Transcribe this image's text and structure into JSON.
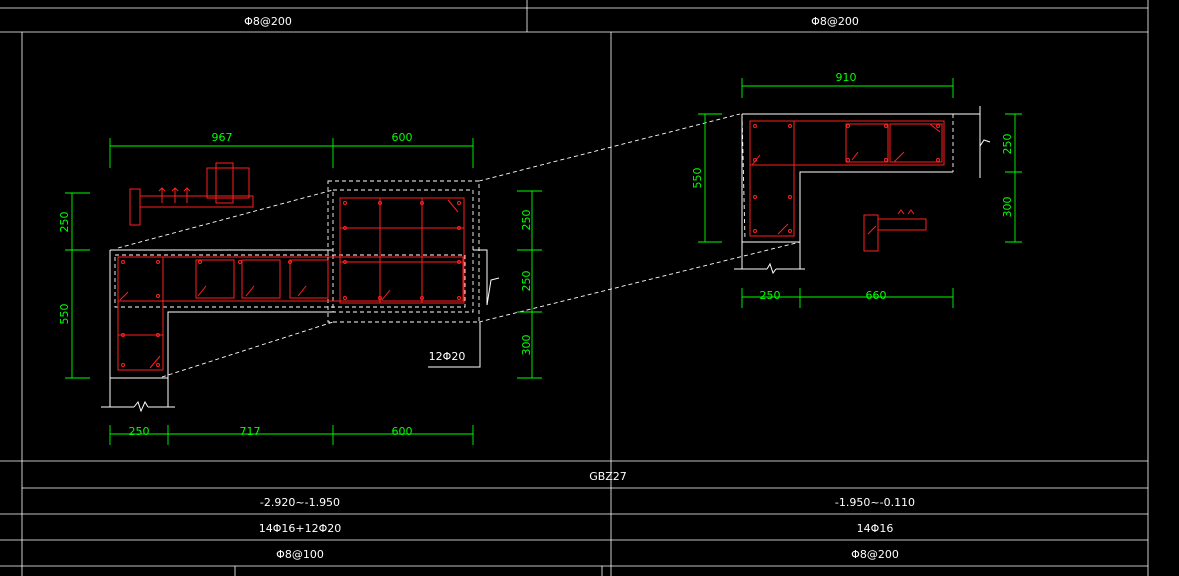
{
  "colors": {
    "background": "#000000",
    "table_lines": "#ffffff",
    "outline": "#ffffff",
    "rebar": "#ff2020",
    "dimension": "#00ff00"
  },
  "top_row": {
    "left_stirrup": "Φ8@200",
    "right_stirrup": "Φ8@200"
  },
  "left_section": {
    "top_dims": [
      "967",
      "600"
    ],
    "bottom_dims": [
      "250",
      "717",
      "600"
    ],
    "left_dims": [
      "250",
      "550"
    ],
    "right_dims": [
      "250",
      "250",
      "300"
    ],
    "callout": "12Φ20"
  },
  "right_section": {
    "top_dims": [
      "910"
    ],
    "bottom_dims": [
      "250",
      "660"
    ],
    "left_dims": [
      "550"
    ],
    "right_dims": [
      "250",
      "300"
    ]
  },
  "table": {
    "name": "GBZ27",
    "elevations": [
      "-2.920~-1.950",
      "-1.950~-0.110"
    ],
    "longitudinal": [
      "14Φ16+12Φ20",
      "14Φ16"
    ],
    "stirrups": [
      "Φ8@100",
      "Φ8@200"
    ]
  }
}
